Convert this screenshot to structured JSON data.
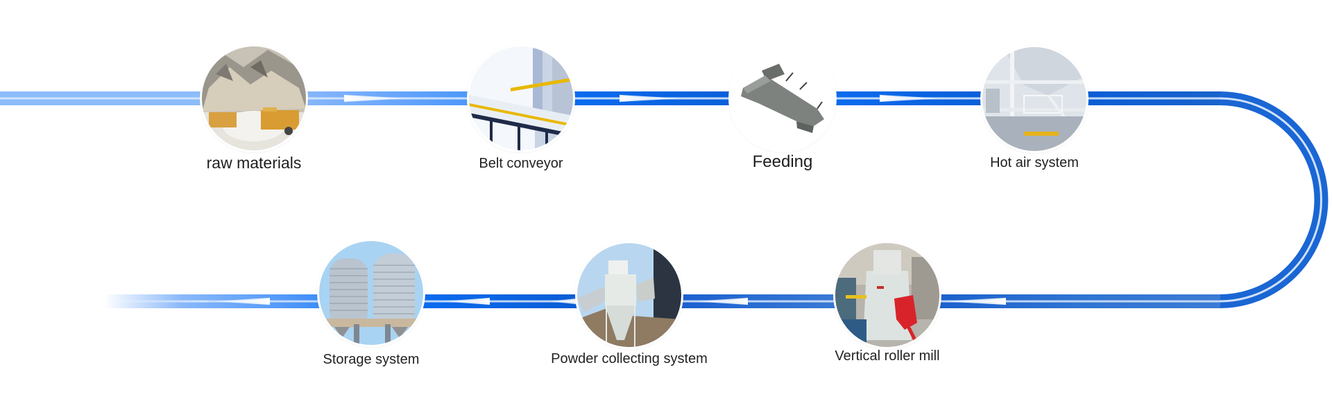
{
  "diagram": {
    "title": "",
    "direction": "left-to-right on top row, U-turn on right, right-to-left on bottom row",
    "colors": {
      "line_light": "#8cbcfa",
      "line_mid": "#4a96fb",
      "line_deep": "#0a68e8",
      "line_bottom": "#2f74d2",
      "inner_stripe": "#d6e8fb",
      "arrow": "#ffffff",
      "label_text": "#222222"
    },
    "steps": [
      {
        "id": "raw-materials",
        "label": "raw materials",
        "order": 1,
        "row": "top",
        "icon": "quarry-trucks-photo"
      },
      {
        "id": "belt-conveyor",
        "label": "Belt conveyor",
        "order": 2,
        "row": "top",
        "icon": "belt-conveyor-photo"
      },
      {
        "id": "feeding",
        "label": "Feeding",
        "order": 3,
        "row": "top",
        "icon": "vibrating-feeder-photo"
      },
      {
        "id": "hot-air-system",
        "label": "Hot air system",
        "order": 4,
        "row": "top",
        "icon": "hot-air-structure-photo"
      },
      {
        "id": "vertical-roller-mill",
        "label": "Vertical roller mill",
        "order": 5,
        "row": "bottom",
        "icon": "vertical-roller-mill-photo"
      },
      {
        "id": "powder-collecting-system",
        "label": "Powder collecting system",
        "order": 6,
        "row": "bottom",
        "icon": "cyclone-collector-photo"
      },
      {
        "id": "storage-system",
        "label": "Storage system",
        "order": 7,
        "row": "bottom",
        "icon": "storage-silos-photo"
      }
    ]
  }
}
